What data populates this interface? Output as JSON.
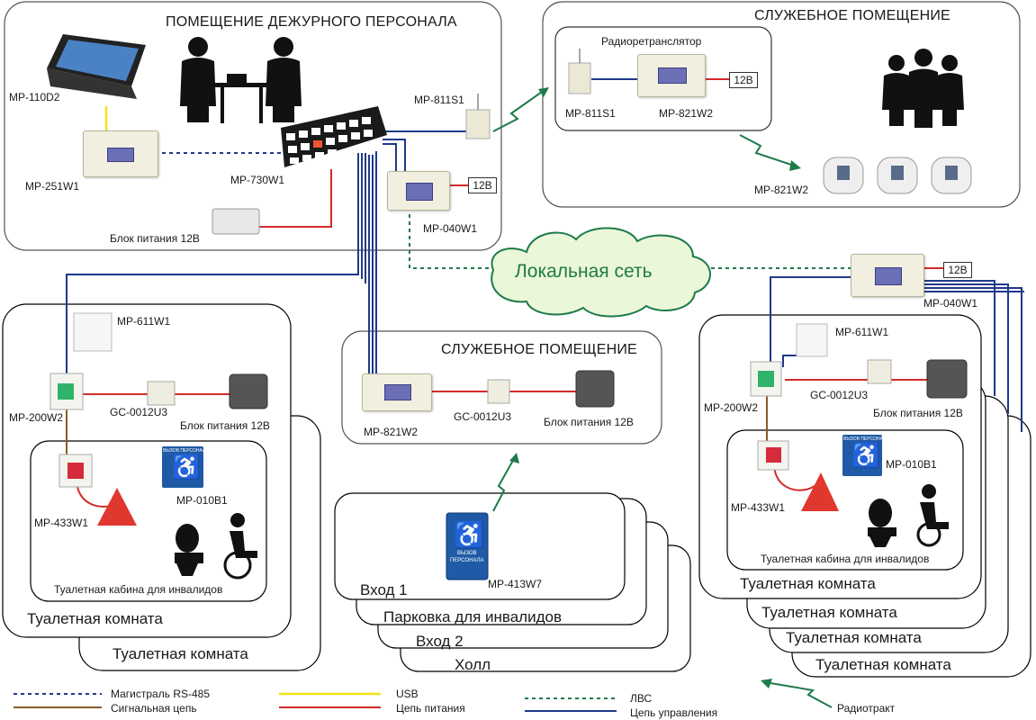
{
  "rooms": {
    "duty_title": "ПОМЕЩЕНИЕ ДЕЖУРНОГО ПЕРСОНАЛА",
    "service_top_title": "СЛУЖЕБНОЕ ПОМЕЩЕНИЕ",
    "service_mid_title": "СЛУЖЕБНОЕ ПОМЕЩЕНИЕ",
    "network_label": "Локальная сеть",
    "left_toilet_front": "Туалетная комната",
    "left_toilet_back": "Туалетная комната",
    "left_cabin": "Туалетная кабина для инвалидов",
    "right_toilets": [
      "Туалетная комната",
      "Туалетная комната",
      "Туалетная комната",
      "Туалетная комната"
    ],
    "right_cabin": "Туалетная кабина для инвалидов",
    "entrances": [
      "Вход 1",
      "Парковка для инвалидов",
      "Вход 2",
      "Холл"
    ]
  },
  "devices": {
    "mp110d2": "МР-110D2",
    "mp251w1": "МР-251W1",
    "mp730w1": "МР-730W1",
    "mp811s1_duty": "МР-811S1",
    "mp040w1_duty": "МР-040W1",
    "psu_duty": "Блок питания 12В",
    "repeater_title": "Радиоретранслятор",
    "mp811s1_service": "МР-811S1",
    "mp821w2_service": "МР-821W2",
    "mp821w2_watches": "МР-821W2",
    "mp040w1_right": "МР-040W1",
    "v12_a": "12В",
    "v12_b": "12В",
    "v12_c": "12В",
    "left_mp611w1": "МР-611W1",
    "left_mp200w2": "МР-200W2",
    "left_gc": "GC-0012U3",
    "left_psu": "Блок питания 12В",
    "left_mp433w1": "МР-433W1",
    "left_mp010b1": "МР-010B1",
    "mid_mp821w2": "МР-821W2",
    "mid_gc": "GC-0012U3",
    "mid_psu": "Блок питания 12В",
    "mp413w7": "МР-413W7",
    "right_mp611w1": "МР-611W1",
    "right_mp200w2": "МР-200W2",
    "right_gc": "GC-0012U3",
    "right_psu": "Блок питания 12В",
    "right_mp433w1": "МР-433W1",
    "right_mp010b1": "МР-010B1",
    "sign_top": "ВЫЗОВ ПЕРСОНАЛА",
    "sign_bottom_1": "ВЫЗОВ",
    "sign_bottom_2": "ПЕРСОНАЛА"
  },
  "legend": {
    "rs485": "Магистраль RS-485",
    "signal": "Сигнальная цепь",
    "usb": "USB",
    "power": "Цепь питания",
    "lan": "ЛВС",
    "control": "Цепь управления",
    "radio": "Радиотракт"
  },
  "colors": {
    "rs485": "#1f3a8a",
    "signal": "#8a5a2b",
    "usb": "#f2e21a",
    "power": "#d42a2a",
    "lan": "#1e7a4a",
    "control": "#1f3a8a",
    "radio": "#1e7a4a",
    "cloud_fill": "#eaf7d8",
    "cloud_stroke": "#1e7a4a"
  }
}
